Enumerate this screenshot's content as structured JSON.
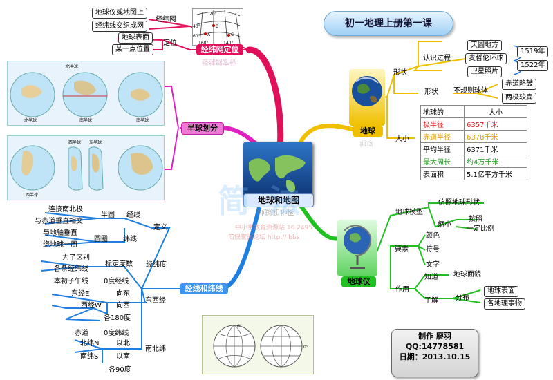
{
  "center": {
    "label": "地球和地图",
    "label_reflection": "地球和地图"
  },
  "title": "初一地理上册第一课",
  "branch_grid": {
    "topic": "经纬网定位",
    "topic_reflection": "经纬网定位",
    "sub1": "经纬网",
    "sub1_items": [
      "地球仪或地图上",
      "经纬线交织成网"
    ],
    "sub2": "定位",
    "sub2_items": [
      "地球表面",
      "某一点位置"
    ],
    "diagram_labels": [
      "20°",
      "40°",
      "60°",
      "160°",
      "140°",
      "B",
      "C",
      "A"
    ]
  },
  "branch_hemisphere": {
    "topic": "半球划分",
    "panel1_labels": [
      "北半球",
      "北半球",
      "南半球",
      "南半球"
    ],
    "panel2_labels": [
      "西半球",
      "东半球",
      "西半球"
    ]
  },
  "branch_earth": {
    "topic": "地球",
    "topic_reflection": "地球",
    "shape": "形状",
    "recognition": "认识过程",
    "recognition_items": [
      "天圆地方",
      "麦哲伦环球",
      "卫星照片"
    ],
    "years": [
      "1519年",
      "1522年"
    ],
    "shape_sub": "形状",
    "irregular": "不规则球体",
    "irregular_items": [
      "赤道略鼓",
      "两极较扁"
    ],
    "size": "大小",
    "size_table": {
      "header": [
        "地球的",
        "大小"
      ],
      "rows": [
        [
          "极半径",
          "6357千米"
        ],
        [
          "赤道半径",
          "6378千米"
        ],
        [
          "平均半径",
          "6371千米"
        ],
        [
          "最大周长",
          "约4万千米"
        ],
        [
          "表面积",
          "5.1亿平方千米"
        ]
      ]
    }
  },
  "branch_globe": {
    "topic": "地球仪",
    "model": "地球模型",
    "model_items": [
      "仿照地球形状"
    ],
    "shrink": "缩小",
    "shrink_items": [
      "按照",
      "一定比例"
    ],
    "elements": "要素",
    "element_items": [
      "颜色",
      "符号",
      "文字"
    ],
    "use": "作用",
    "know": "知道",
    "know_item": "地球面貌",
    "understand": "了解",
    "distribution": "分布",
    "distribution_items": [
      "地球表面",
      "各地理事物"
    ]
  },
  "branch_lines": {
    "topic": "经线和纬线",
    "definition": "定义",
    "half_circle": "半圆",
    "meridian": "经线",
    "meridian_items": [
      "连接南北极",
      "与赤道垂直相交"
    ],
    "circle": "圆圈",
    "parallel": "纬线",
    "parallel_items": [
      "与地轴垂直",
      "绕地球一周"
    ],
    "longitude_deg": "经纬度",
    "mark_deg": "标定度数",
    "mark_items": [
      "为了区别",
      "各条经纬线"
    ],
    "east_west": "东西经",
    "prime": "本初子午线",
    "zero_long": "0度经线",
    "east": "东经E",
    "to_east": "向东",
    "west": "西经W",
    "to_west": "向西",
    "deg180": "各180度",
    "north_south": "南北纬",
    "equator": "赤道",
    "zero_lat": "0度纬线",
    "north": "北纬N",
    "north_of": "以北",
    "south": "南纬S",
    "south_of": "以南",
    "deg90": "各90度",
    "diagram_labels": [
      "0°",
      "0°"
    ]
  },
  "credit": {
    "line1": "制作 廖羽",
    "line2": "QQ:14778581",
    "line3": "日期：2013.10.15"
  },
  "watermark": {
    "big": "简 法",
    "line1": "中小学教育资源站 16 2495",
    "line2": "简快家园论坛 http:// bbs"
  },
  "colors": {
    "grid_branch": "#e0105a",
    "hemisphere_branch": "#e020c0",
    "earth_branch": "#f0c000",
    "globe_branch": "#20c020",
    "lines_branch": "#1f7fe0"
  }
}
